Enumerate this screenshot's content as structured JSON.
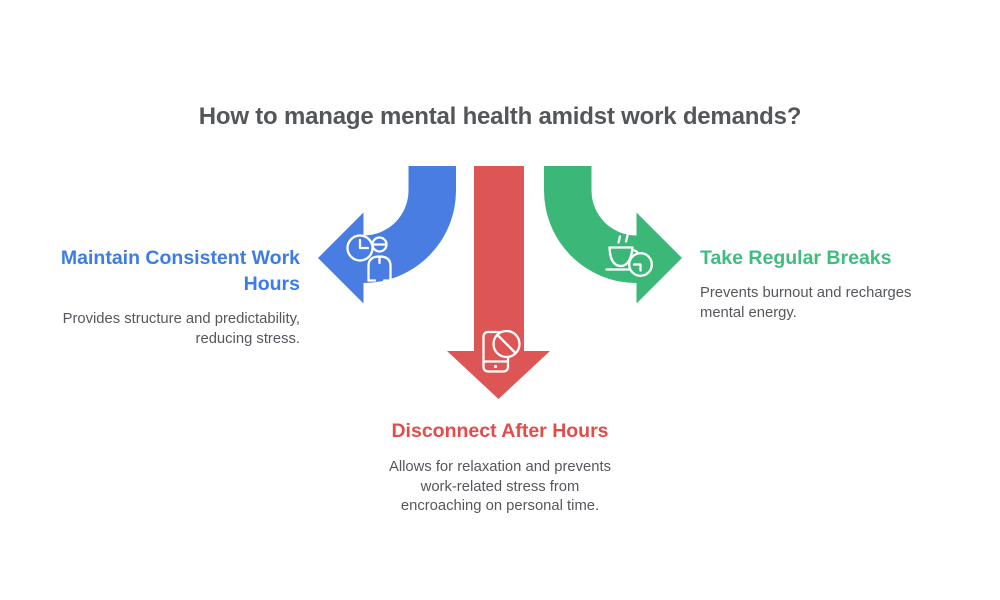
{
  "title": "How to manage mental health amidst work demands?",
  "colors": {
    "blue": "#4a7de1",
    "red": "#dd5555",
    "green": "#3bb878",
    "blue_heading": "#3d7ce8",
    "red_heading": "#e44b49",
    "green_heading": "#3ebd7e",
    "title_text": "#54575a",
    "body_text": "#54585c",
    "icon_stroke": "#ffffff"
  },
  "branches": {
    "left": {
      "heading": "Maintain Consistent Work\nHours",
      "body": "Provides structure and predictability,\nreducing stress.",
      "icon": "clock-person-icon"
    },
    "right": {
      "heading": "Take Regular Breaks",
      "body": "Prevents burnout and recharges\nmental energy.",
      "icon": "coffee-clock-icon"
    },
    "bottom": {
      "heading": "Disconnect After Hours",
      "body": "Allows for relaxation and prevents\nwork-related stress from\nencroaching on personal time.",
      "icon": "phone-blocked-icon"
    }
  }
}
